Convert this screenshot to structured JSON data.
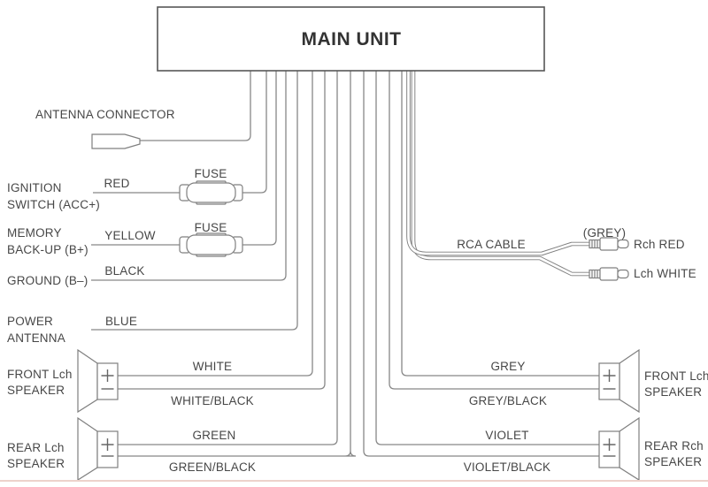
{
  "title": "MAIN UNIT",
  "terminals": {
    "antenna": "ANTENNA CONNECTOR",
    "ignition_line1": "IGNITION",
    "ignition_line2": "SWITCH (ACC+)",
    "memory_line1": "MEMORY",
    "memory_line2": "BACK-UP (B+)",
    "ground": "GROUND (B–)",
    "power_line1": "POWER",
    "power_line2": "ANTENNA",
    "front_left_line1": "FRONT Lch",
    "front_left_line2": "SPEAKER",
    "rear_left_line1": "REAR Lch",
    "rear_left_line2": "SPEAKER",
    "front_right_line1": "FRONT Lch",
    "front_right_line2": "SPEAKER",
    "rear_right_line1": "REAR Rch",
    "rear_right_line2": "SPEAKER"
  },
  "wires": {
    "red": "RED",
    "yellow": "YELLOW",
    "black": "BLACK",
    "blue": "BLUE",
    "white": "WHITE",
    "white_black": "WHITE/BLACK",
    "green": "GREEN",
    "green_black": "GREEN/BLACK",
    "grey": "GREY",
    "grey_black": "GREY/BLACK",
    "violet": "VIOLET",
    "violet_black": "VIOLET/BLACK"
  },
  "fuses": {
    "fuse1": "FUSE",
    "fuse2": "FUSE"
  },
  "rca": {
    "label": "RCA CABLE",
    "sleeve_note": "(GREY)",
    "right_channel": "Rch RED",
    "left_channel": "Lch WHITE"
  },
  "colors": {
    "wire": "#878787",
    "outline": "#7f7f7f",
    "text": "#474747",
    "title": "#333333",
    "background": "#ffffff",
    "bottom_edge": "#edd2cb"
  }
}
